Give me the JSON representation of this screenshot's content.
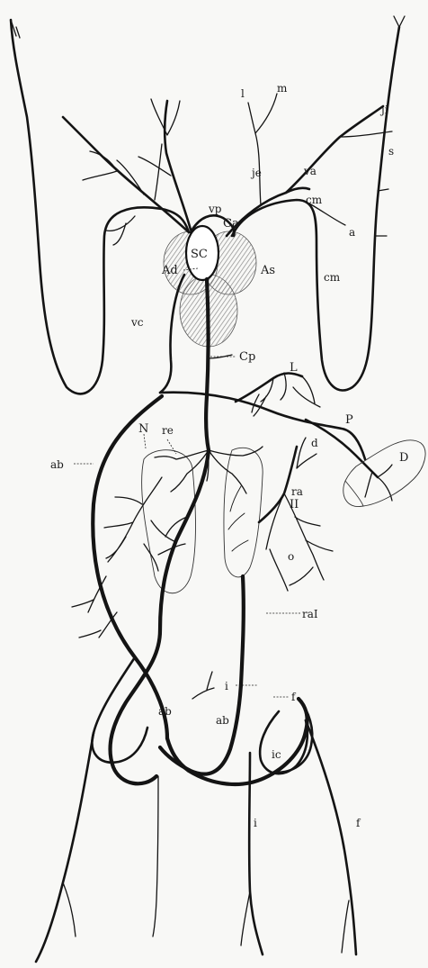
{
  "labels": {
    "l": "l",
    "m": "m",
    "ji": "ji",
    "s": "s",
    "je": "je",
    "va": "va",
    "cm_upper": "cm",
    "vp": "vp",
    "ca": "Ca",
    "a": "a",
    "ad": "Ad",
    "sc": "SC",
    "as": "As",
    "cm_lower": "cm",
    "vc": "vc",
    "cp": "Cp",
    "L": "L",
    "P": "P",
    "N": "N",
    "re": "re",
    "d": "d",
    "ab_left": "ab",
    "D": "D",
    "ra": "ra",
    "II": "II",
    "o": "o",
    "raI": "raI",
    "i_upper": "i",
    "f_upper": "f",
    "ab_lower_left": "ab",
    "ab_lower_mid": "ab",
    "ic": "ic",
    "i_lower": "i",
    "f_lower": "f"
  },
  "colors": {
    "ink": "#141414",
    "paper": "#f8f8f6",
    "shade": "#9a9a9a"
  }
}
